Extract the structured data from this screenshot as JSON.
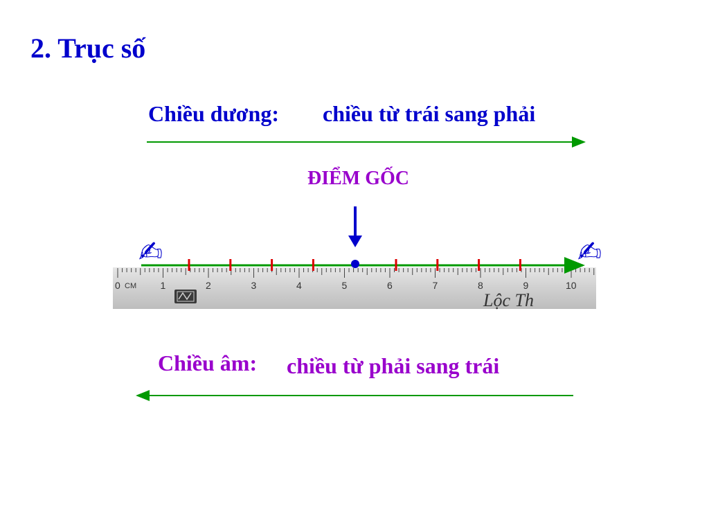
{
  "slide": {
    "title": "2. Trục số",
    "positive_direction_label": "Chiều dương:",
    "positive_direction_text": "chiều từ trái sang phải",
    "origin_label": "ĐIỂM GỐC",
    "negative_direction_label": "Chiều âm:",
    "negative_direction_text": "chiều từ phải sang trái"
  },
  "ruler": {
    "unit_label": "CM",
    "numbers": [
      "0",
      "1",
      "2",
      "3",
      "4",
      "5",
      "6",
      "7",
      "8",
      "9",
      "10"
    ],
    "brand_text": "Lộc Th"
  },
  "icons": {
    "left_pen": "writing-hand-icon",
    "right_pen": "writing-hand-icon",
    "origin_arrow": "arrow-down-icon"
  },
  "colors": {
    "title_blue": "#0000cc",
    "purple": "#9900cc",
    "axis_green": "#009900",
    "tick_red": "#dd0000",
    "origin_point": "#0000cc"
  }
}
